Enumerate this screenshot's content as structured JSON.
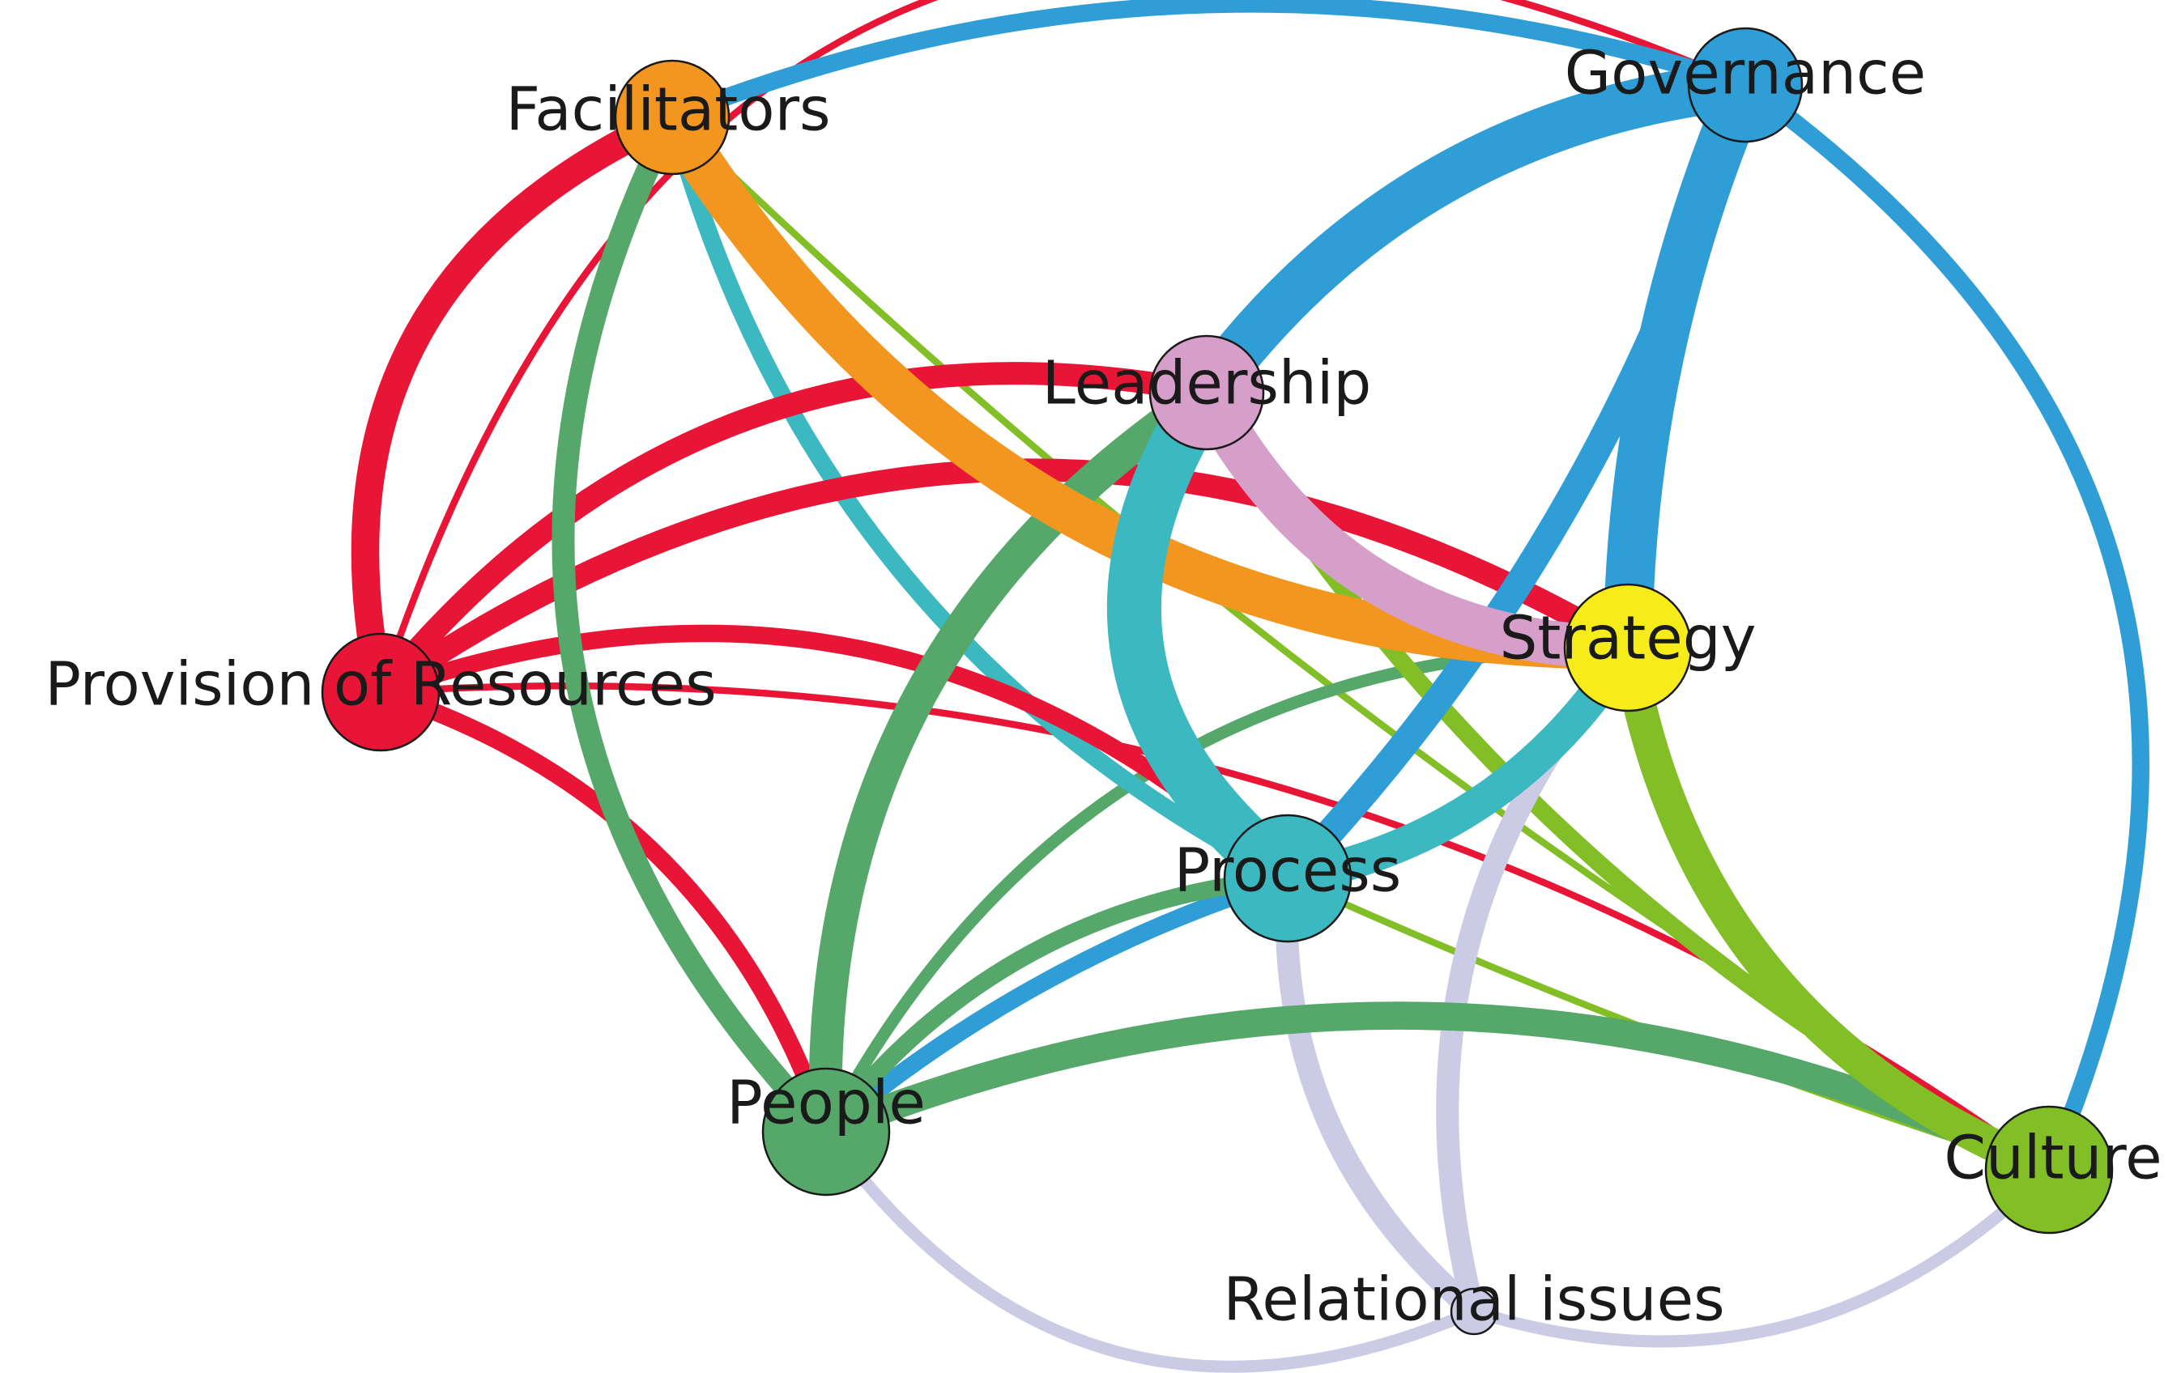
{
  "diagram": {
    "type": "network",
    "nodes": [
      {
        "id": "governance",
        "label": "Governance",
        "color": "#309ed6"
      },
      {
        "id": "facilitators",
        "label": "Facilitators",
        "color": "#f39620"
      },
      {
        "id": "leadership",
        "label": "Leadership",
        "color": "#d69fc9"
      },
      {
        "id": "provision",
        "label": "Provision of Resources",
        "color": "#e81536"
      },
      {
        "id": "strategy",
        "label": "Strategy",
        "color": "#f5ec1a"
      },
      {
        "id": "process",
        "label": "Process",
        "color": "#3cb8c0"
      },
      {
        "id": "people",
        "label": "People",
        "color": "#56a86a"
      },
      {
        "id": "culture",
        "label": "Culture",
        "color": "#82be26"
      },
      {
        "id": "relational",
        "label": "Relational issues",
        "color": "#cbcbe5"
      }
    ],
    "edges": [
      {
        "from": "facilitators",
        "to": "strategy",
        "color": "#f39620",
        "strength": 8
      },
      {
        "from": "leadership",
        "to": "strategy",
        "color": "#d69fc9",
        "strength": 8
      },
      {
        "from": "governance",
        "to": "leadership",
        "color": "#309ed6",
        "strength": 9
      },
      {
        "from": "governance",
        "to": "strategy",
        "color": "#309ed6",
        "strength": 9
      },
      {
        "from": "governance",
        "to": "process",
        "color": "#309ed6",
        "strength": 5
      },
      {
        "from": "governance",
        "to": "facilitators",
        "color": "#309ed6",
        "strength": 3
      },
      {
        "from": "governance",
        "to": "culture",
        "color": "#309ed6",
        "strength": 3
      },
      {
        "from": "process",
        "to": "people",
        "color": "#309ed6",
        "strength": 3
      },
      {
        "from": "leadership",
        "to": "process",
        "color": "#3cb8c0",
        "strength": 10
      },
      {
        "from": "strategy",
        "to": "process",
        "color": "#3cb8c0",
        "strength": 6
      },
      {
        "from": "facilitators",
        "to": "process",
        "color": "#3cb8c0",
        "strength": 3
      },
      {
        "from": "facilitators",
        "to": "provision",
        "color": "#e81536",
        "strength": 5
      },
      {
        "from": "provision",
        "to": "governance",
        "color": "#e81536",
        "strength": 1
      },
      {
        "from": "provision",
        "to": "leadership",
        "color": "#e81536",
        "strength": 4
      },
      {
        "from": "provision",
        "to": "strategy",
        "color": "#e81536",
        "strength": 4
      },
      {
        "from": "provision",
        "to": "process",
        "color": "#e81536",
        "strength": 3
      },
      {
        "from": "provision",
        "to": "culture",
        "color": "#e81536",
        "strength": 1
      },
      {
        "from": "provision",
        "to": "people",
        "color": "#e81536",
        "strength": 3
      },
      {
        "from": "facilitators",
        "to": "people",
        "color": "#56a86a",
        "strength": 4
      },
      {
        "from": "leadership",
        "to": "people",
        "color": "#56a86a",
        "strength": 6
      },
      {
        "from": "strategy",
        "to": "people",
        "color": "#56a86a",
        "strength": 2
      },
      {
        "from": "process",
        "to": "people",
        "color": "#56a86a",
        "strength": 3
      },
      {
        "from": "people",
        "to": "culture",
        "color": "#56a86a",
        "strength": 5
      },
      {
        "from": "leadership",
        "to": "culture",
        "color": "#82be26",
        "strength": 3
      },
      {
        "from": "strategy",
        "to": "culture",
        "color": "#82be26",
        "strength": 6
      },
      {
        "from": "facilitators",
        "to": "culture",
        "color": "#82be26",
        "strength": 1
      },
      {
        "from": "process",
        "to": "culture",
        "color": "#82be26",
        "strength": 1
      },
      {
        "from": "process",
        "to": "relational",
        "color": "#cbcbe5",
        "strength": 4
      },
      {
        "from": "strategy",
        "to": "relational",
        "color": "#cbcbe5",
        "strength": 4
      },
      {
        "from": "people",
        "to": "relational",
        "color": "#cbcbe5",
        "strength": 2
      },
      {
        "from": "culture",
        "to": "relational",
        "color": "#cbcbe5",
        "strength": 2
      }
    ]
  }
}
